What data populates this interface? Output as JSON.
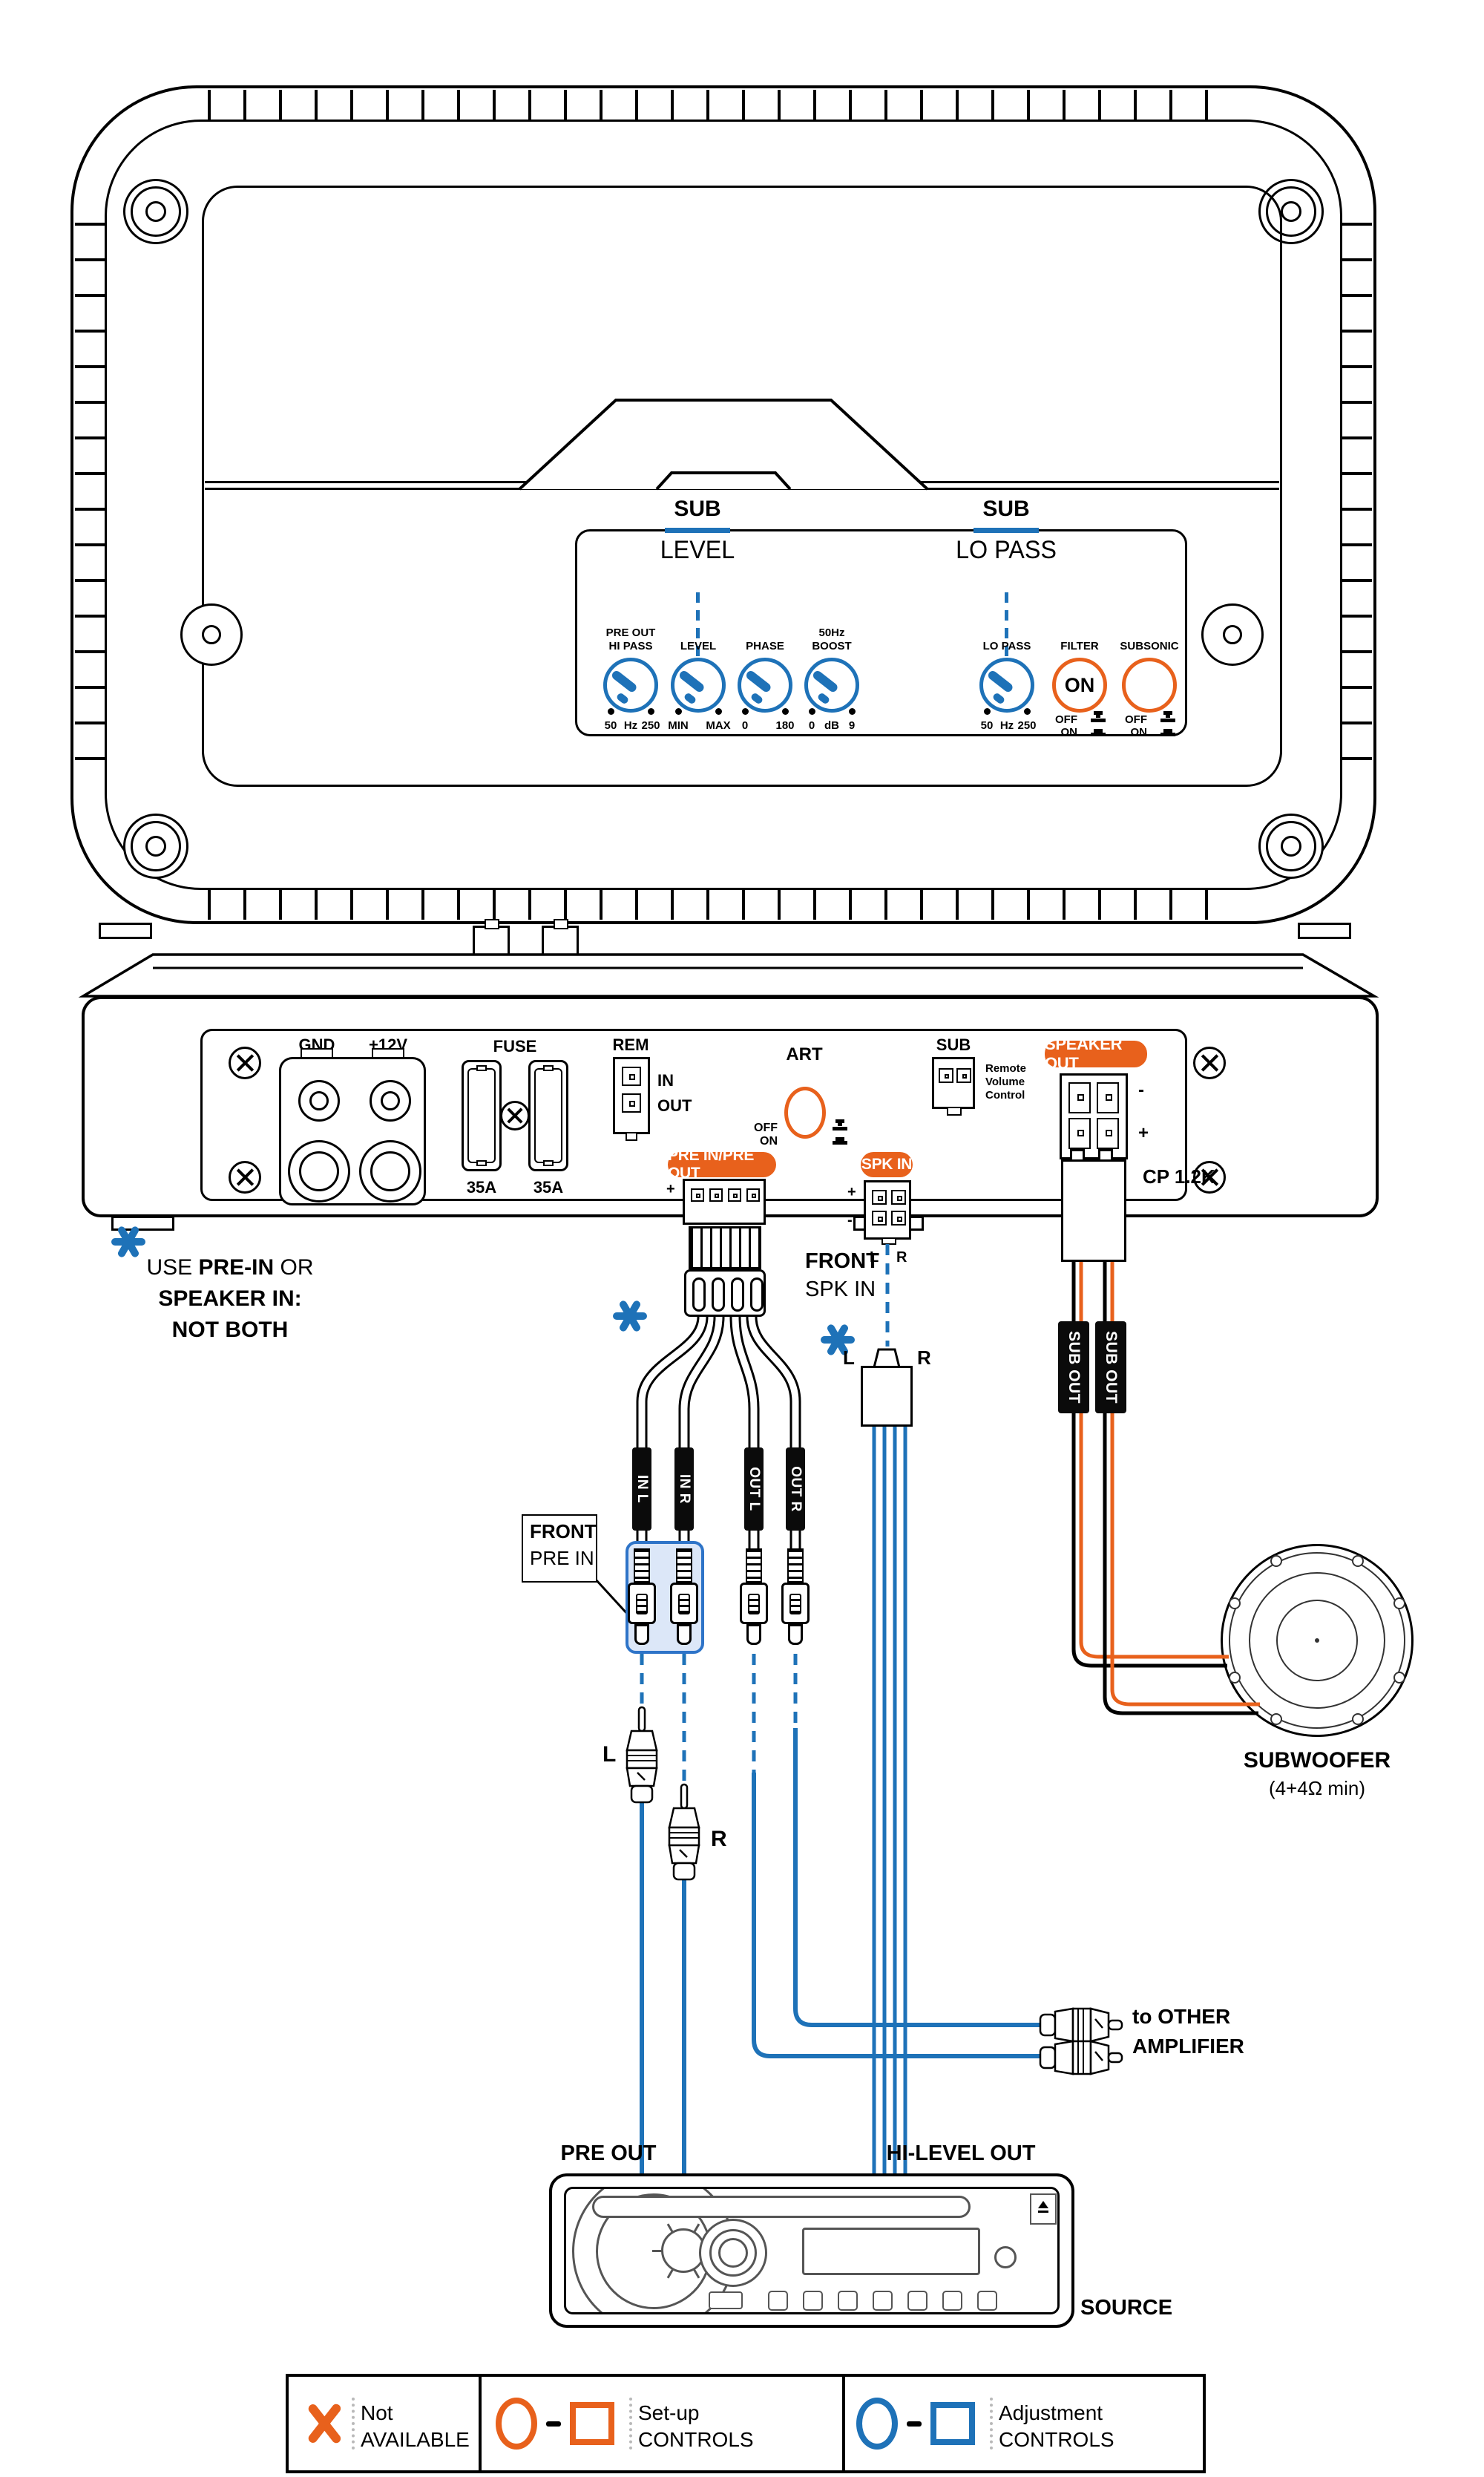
{
  "colors": {
    "blue": "#1e72b8",
    "orange": "#e8611c",
    "highlight_fill": "#dce7f8",
    "tag_bg": "#0b0b0b"
  },
  "top_panel": {
    "callouts": [
      {
        "title": "SUB",
        "subtitle": "LEVEL"
      },
      {
        "title": "SUB",
        "subtitle": "LO PASS"
      }
    ],
    "knobs": [
      {
        "label_lines": [
          "PRE OUT",
          "HI PASS"
        ],
        "scale": [
          "50",
          "Hz",
          "250"
        ]
      },
      {
        "label_lines": [
          "LEVEL"
        ],
        "scale": [
          "MIN",
          "MAX"
        ]
      },
      {
        "label_lines": [
          "PHASE"
        ],
        "scale": [
          "0",
          "180"
        ]
      },
      {
        "label_lines": [
          "50Hz",
          "BOOST"
        ],
        "scale": [
          "0",
          "dB",
          "9"
        ]
      },
      {
        "label_lines": [
          "LO PASS"
        ],
        "scale": [
          "50",
          "Hz",
          "250"
        ]
      }
    ],
    "buttons": [
      {
        "label": "FILTER",
        "value": "ON",
        "off": "OFF",
        "on": "ON"
      },
      {
        "label": "SUBSONIC",
        "value": "",
        "off": "OFF",
        "on": "ON"
      }
    ]
  },
  "rear_panel": {
    "gnd": "GND",
    "p12v": "+12V",
    "fuse": "FUSE",
    "fuse_rating_1": "35A",
    "fuse_rating_2": "35A",
    "rem": "REM",
    "rem_in": "IN",
    "rem_out": "OUT",
    "art": "ART",
    "art_off": "OFF",
    "art_on": "ON",
    "pre_in_pre_out": "PRE IN/PRE OUT",
    "spk_in": "SPK IN",
    "spk_plus": "+",
    "spk_minus": "-",
    "spk_l": "L",
    "spk_r": "R",
    "pre_plus": "+",
    "pre_minus": "-",
    "sub": "SUB",
    "sub_desc_lines": [
      "Remote",
      "Volume",
      "Control"
    ],
    "speaker_out": "SPEAKER OUT",
    "so_minus": "-",
    "so_plus": "+",
    "model": "CP 1.2K"
  },
  "notes": {
    "use_l1_pre": "USE ",
    "use_l1_bold": "PRE-IN",
    "use_l1_post": " OR",
    "use_l2": "SPEAKER IN:",
    "use_l3": "NOT BOTH"
  },
  "wiring": {
    "front_pre_in": {
      "line1": "FRONT",
      "line2": "PRE IN"
    },
    "front_spk_in": {
      "line1": "FRONT",
      "line2": "SPK IN"
    },
    "cable_tags": [
      "IN L",
      "IN R",
      "OUT L",
      "OUT R"
    ],
    "rca_l": "L",
    "rca_r": "R",
    "plug_l": "L",
    "plug_r": "R",
    "sub_out_tag_1": "SUB OUT",
    "sub_out_tag_2": "SUB OUT",
    "to_other_line1": "to OTHER",
    "to_other_line2": "AMPLIFIER",
    "subwoofer_title": "SUBWOOFER",
    "subwoofer_subtitle": "(4+4Ω min)",
    "pre_out": "PRE OUT",
    "hi_level_out": "HI-LEVEL OUT",
    "source": "SOURCE"
  },
  "legend": {
    "items": [
      {
        "line1": "Not",
        "line2": "AVAILABLE"
      },
      {
        "line1": "Set-up",
        "line2": "CONTROLS"
      },
      {
        "line1": "Adjustment",
        "line2": "CONTROLS"
      }
    ]
  }
}
